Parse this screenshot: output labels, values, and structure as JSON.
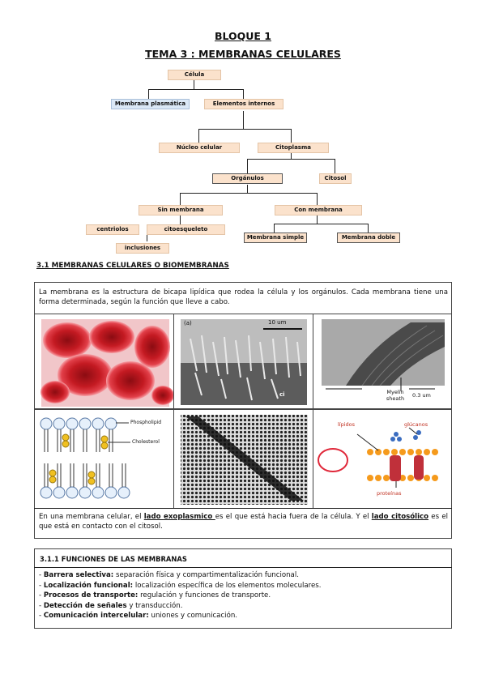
{
  "header": {
    "bloque": "BLOQUE 1",
    "tema": "TEMA 3 : MEMBRANAS CELULARES"
  },
  "diagram": {
    "celula": "Célula",
    "membrana_plasmatica": "Membrana plasmática",
    "elementos_internos": "Elementos internos",
    "nucleo_celular": "Núcleo celular",
    "citoplasma": "Citoplasma",
    "organulos": "Orgánulos",
    "citosol": "Citosol",
    "sin_membrana": "Sin membrana",
    "con_membrana": "Con membrana",
    "centriolos": "centriolos",
    "citoesqueleto": "citoesqueleto",
    "inclusiones": "inclusiones",
    "membrana_simple": "Membrana simple",
    "membrana_doble": "Membrana doble"
  },
  "section1": {
    "heading": "3.1 MEMBRANAS CELULARES O BIOMEMBRANAS",
    "intro": "La membrana es la estructura de bicapa lipídica que rodea la célula y los orgánulos. Cada membrana tiene una forma determinada, según la función que lleve a cabo.",
    "images": {
      "sem_label_a": "(a)",
      "sem_scale": "10 um",
      "sem_label_c": "ci",
      "myelin_label": "Myelin sheath",
      "myelin_scale": "0.3 um",
      "phospholipid": "Phospholipid",
      "cholesterol": "Cholesterol",
      "lipidos": "lípidos",
      "glucanos": "glúcanos",
      "proteinas": "proteínas"
    },
    "closing": {
      "t1": "En una membrana celular, el ",
      "lado_exo": "lado exoplasmico ",
      "t2": "es el que está hacia fuera de la célula. Y el ",
      "lado_cito": "lado citosólico",
      "t3": " es el que está en contacto con el citosol."
    }
  },
  "section2": {
    "heading": "3.1.1 FUNCIONES DE LAS MEMBRANAS",
    "items": [
      {
        "bold": "Barrera selectiva:",
        "text": " separación física y compartimentalización funcional."
      },
      {
        "bold": "Localización funcional:",
        "text": " localización específica de los elementos moleculares."
      },
      {
        "bold": "Procesos de transporte:",
        "text": " regulación y funciones de transporte."
      },
      {
        "bold": "Detección de señales",
        "text": " y transducción."
      },
      {
        "bold": "Comunicación intercelular:",
        "text": " uniones y comunicación."
      }
    ]
  }
}
